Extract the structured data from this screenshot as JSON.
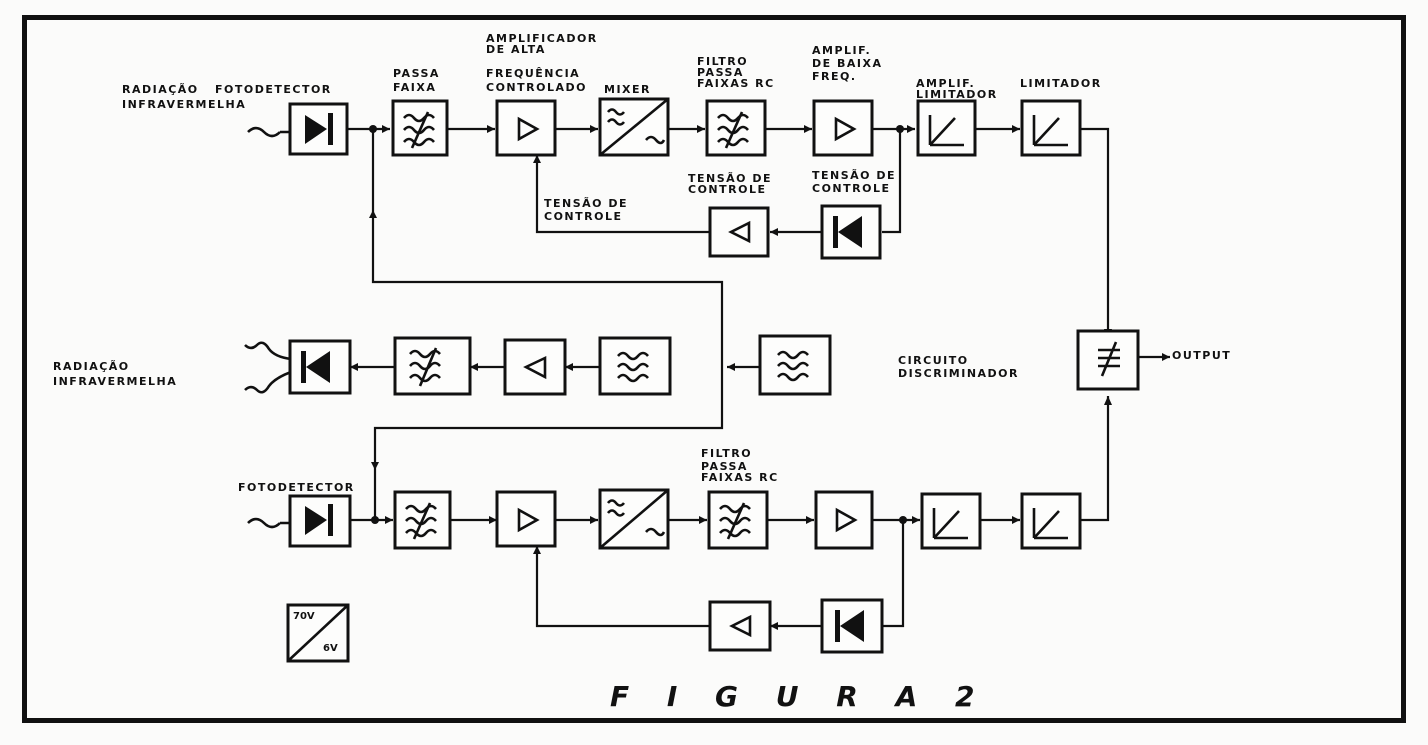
{
  "figure_title": "F I G U R A   2",
  "labels": {
    "rad1_line1": "RADIAÇÃO",
    "rad1_line2": "INFRAVERMELHA",
    "foto1": "FOTODETECTOR",
    "passa_line1": "PASSA",
    "passa_line2": "FAIXA",
    "ampl_line1": "AMPLIFICADOR",
    "ampl_line2": "DE ALTA",
    "ampl_line3": "FREQUÊNCIA",
    "ampl_line4": "CONTROLADO",
    "mixer": "MIXER",
    "filtro_line1": "FILTRO",
    "filtro_line2": "PASSA",
    "filtro_line3": "FAIXAS RC",
    "bf_line1": "AMPLIF.",
    "bf_line2": "DE BAIXA",
    "bf_line3": "FREQ.",
    "amplim_line1": "AMPLIF.",
    "amplim_line2": "LIMITADOR",
    "limitador": "LIMITADOR",
    "tc1_line1": "TENSÃO DE",
    "tc1_line2": "CONTROLE",
    "tc2_line1": "TENSÃO DE",
    "tc2_line2": "CONTROLE",
    "tc3_line1": "TENSÃO DE",
    "tc3_line2": "CONTROLE",
    "rad2_line1": "RADIAÇÃO",
    "rad2_line2": "INFRAVERMELHA",
    "circ_line1": "CIRCUITO",
    "circ_line2": "DISCRIMINADOR",
    "output": "OUTPUT",
    "foto2": "FOTODETECTOR",
    "filtro2_line1": "FILTRO",
    "filtro2_line2": "PASSA",
    "filtro2_line3": "FAIXAS RC",
    "psu_top": "70V",
    "psu_bottom": "6V"
  }
}
